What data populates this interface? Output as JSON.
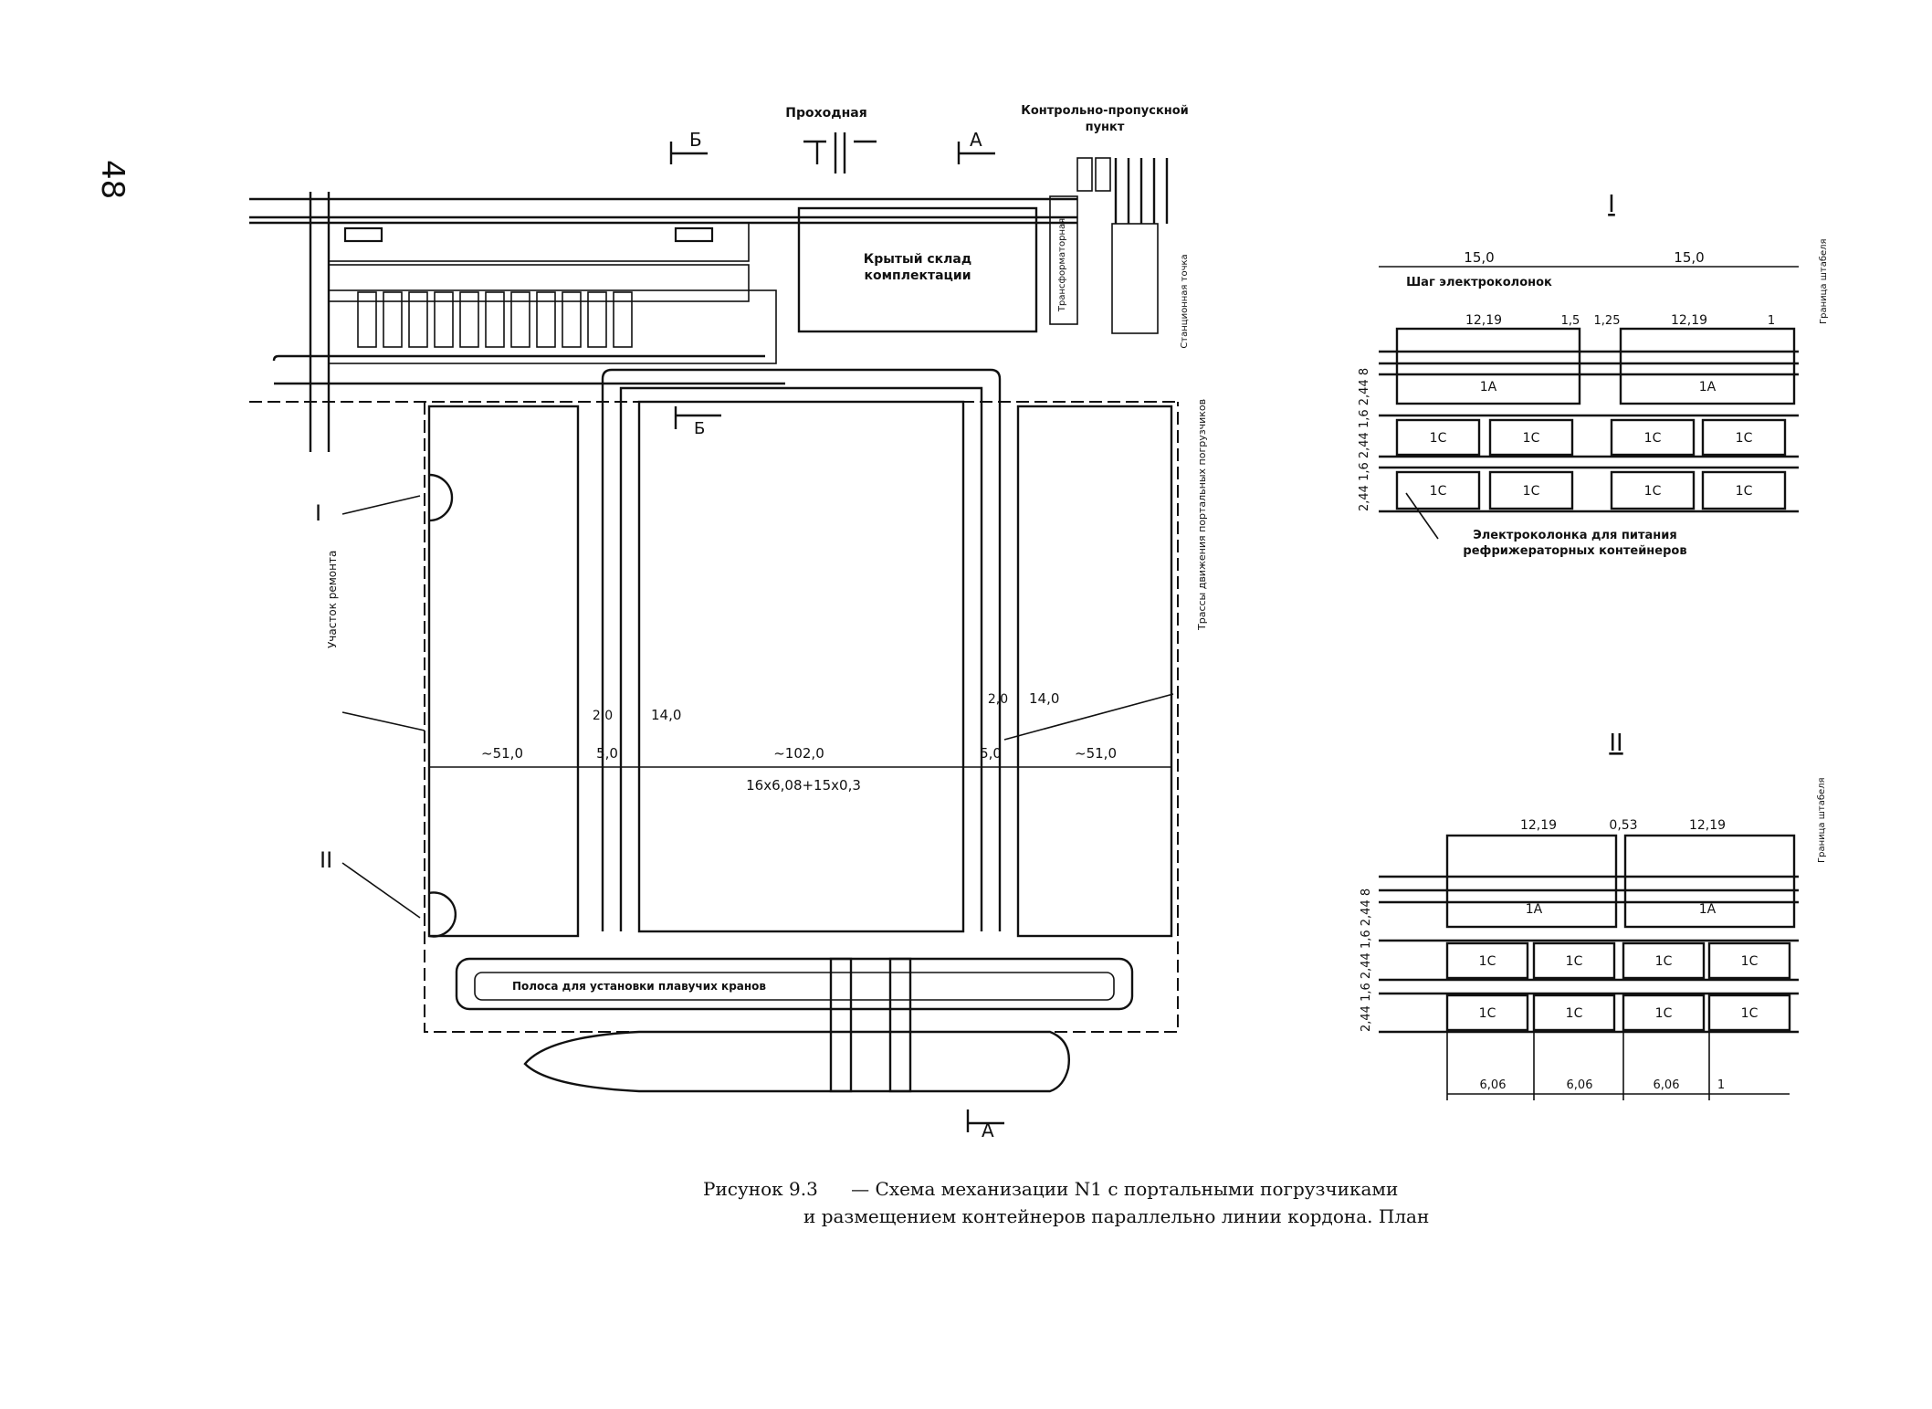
{
  "page_number": "48",
  "header_labels": {
    "passage": "Проходная",
    "checkpoint_line1": "Контрольно-пропускной",
    "checkpoint_line2": "пункт",
    "section_b": "Б",
    "section_a": "А"
  },
  "plan_labels": {
    "warehouse_line1": "Крытый склад",
    "warehouse_line2": "комплектации",
    "transformer": "Трансформаторная",
    "station": "Станционная точка",
    "repair_zone": "Участок ремонта",
    "gantry_paths": "Трассы движения портальных погрузчиков",
    "strip": "Полоса для установки плавучих кранов",
    "marker_I": "I",
    "marker_II": "II",
    "marker_B": "Б",
    "marker_A": "А",
    "dim_left": "~51,0",
    "dim_center": "~102,0",
    "dim_right": "~51,0",
    "dim_gap_left": "5,0",
    "dim_gap_right": "5,0",
    "dim_14_left": "14,0",
    "dim_14_right": "14,0",
    "dim_2_left": "2,0",
    "dim_2_right": "2,0",
    "formula": "16x6,08+15x0,3"
  },
  "detail_I": {
    "title": "I",
    "dim_15_a": "15,0",
    "dim_15_b": "15,0",
    "step_label": "Шаг электроколонок",
    "dim_1219_a": "12,19",
    "dim_1219_b": "12,19",
    "dim_15": "1,5",
    "dim_125": "1,25",
    "dim_1": "1",
    "side_dims": "2,44 1,6 2,44 1,6 2,44 8",
    "tag_1A": "1А",
    "tag_1C": "1С",
    "power_label_line1": "Электроколонка для питания",
    "power_label_line2": "рефрижераторных контейнеров",
    "edge_label": "Граница штабеля"
  },
  "detail_II": {
    "title": "II",
    "dim_1219_a": "12,19",
    "dim_053": "0,53",
    "dim_1219_b": "12,19",
    "side_dims": "2,44 1,6 2,44 1,6 2,44 8",
    "tag_1A": "1А",
    "tag_1C": "1С",
    "dim_606_a": "6,06",
    "dim_606_b": "6,06",
    "dim_606_c": "6,06",
    "dim_1": "1",
    "edge_label": "Граница штабеля"
  },
  "caption": {
    "prefix": "Рисунок 9.3",
    "line1": "— Схема механизации N1 с портальными погрузчиками",
    "line2": "и размещением контейнеров параллельно линии кордона. План"
  }
}
